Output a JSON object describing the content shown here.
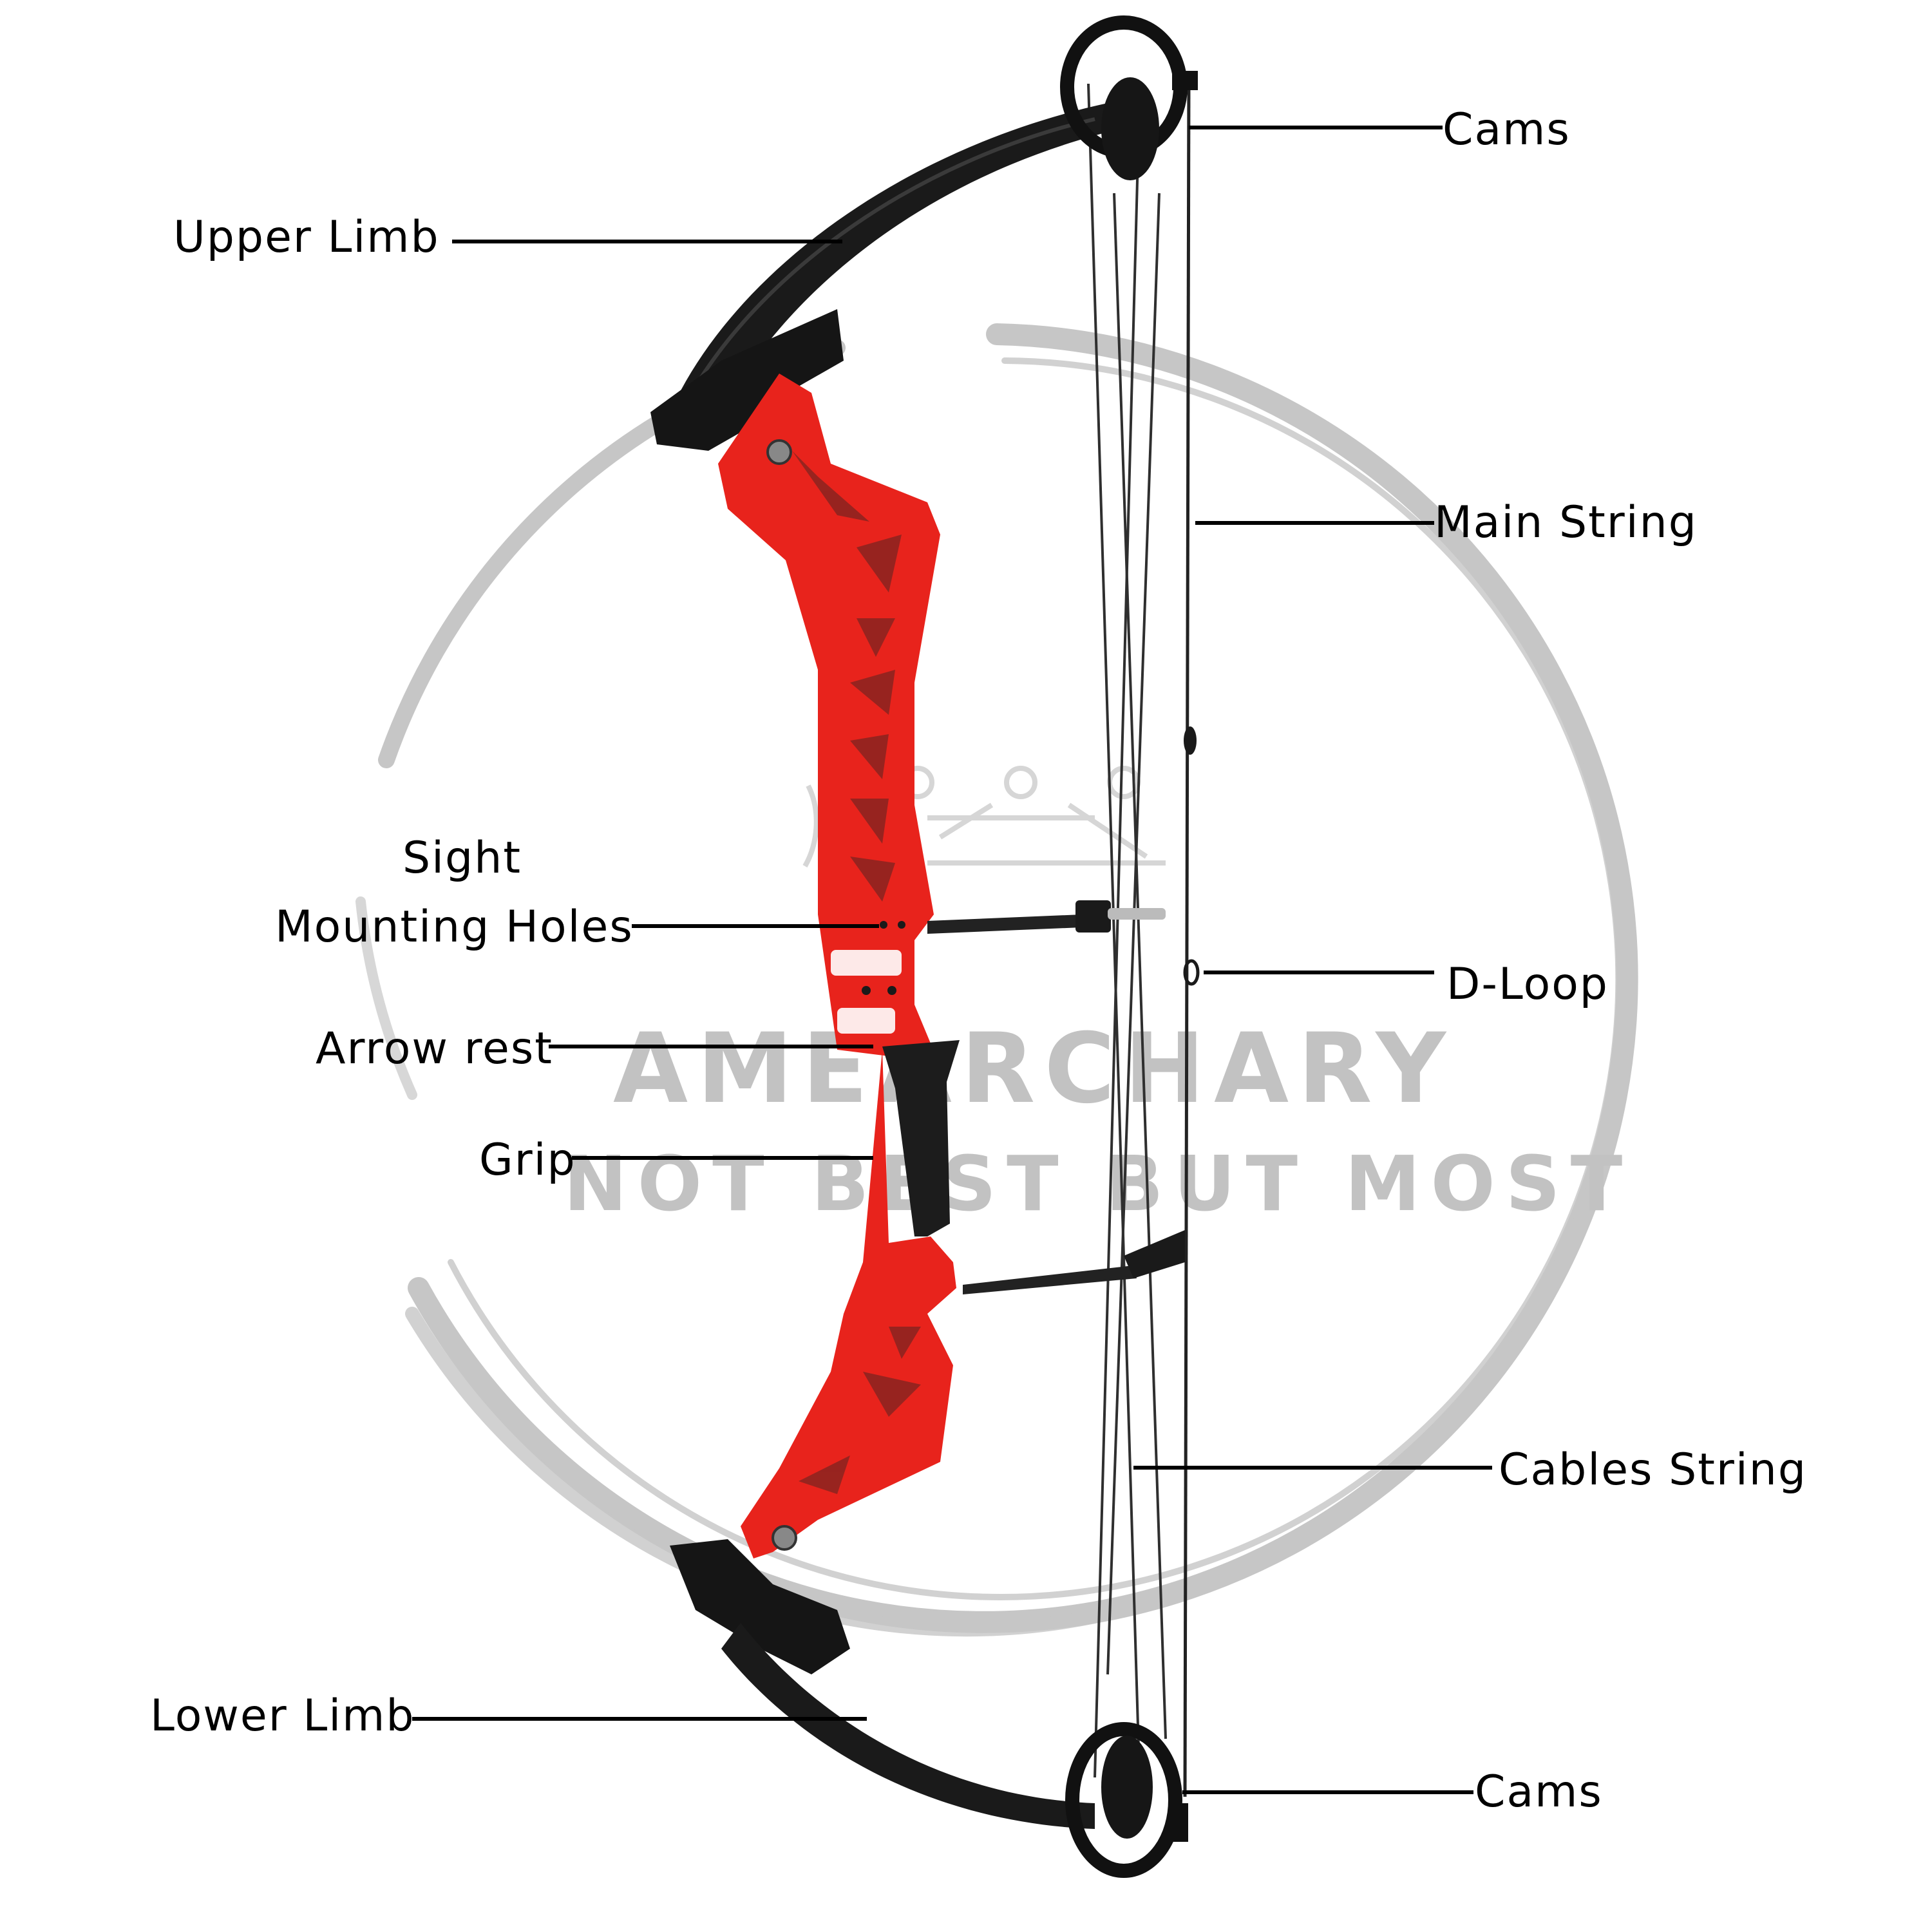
{
  "diagram": {
    "subject": "Compound bow anatomy",
    "colors": {
      "riser": "#e8231c",
      "riser_shade": "#b81812",
      "limb": "#1a1a1a",
      "grip": "#1c1c1c",
      "string": "#2a2a2a",
      "label": "#000000",
      "watermark": "#c2c2c2",
      "background": "#ffffff"
    },
    "labels": {
      "cams_top": "Cams",
      "upper_limb": "Upper Limb",
      "main_string": "Main String",
      "sight_line1": "Sight",
      "sight_line2": "Mounting Holes",
      "d_loop": "D-Loop",
      "arrow_rest": "Arrow rest",
      "grip": "Grip",
      "cables_string": "Cables String",
      "lower_limb": "Lower Limb",
      "cams_bottom": "Cams"
    },
    "watermark": {
      "brand": "AMEARCHARY",
      "tagline": "NOT BEST BUT MOST"
    }
  }
}
